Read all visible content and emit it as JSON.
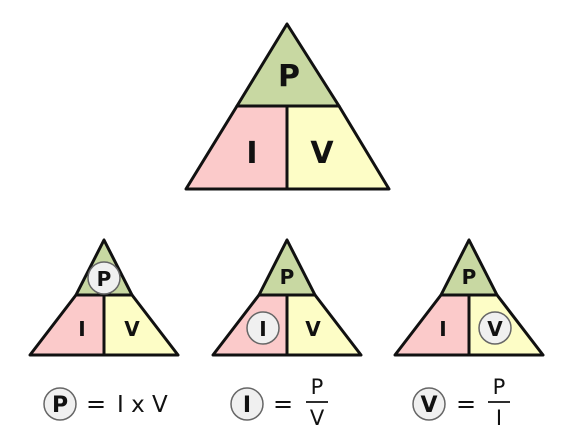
{
  "colors": {
    "p_fill": "#c8d8a2",
    "i_fill": "#fbcaca",
    "v_fill": "#fdfdc6",
    "stroke": "#111111",
    "circle_fill": "#f0f0f0",
    "circle_stroke": "#666666"
  },
  "main_triangle": {
    "top": "P",
    "left": "I",
    "right": "V"
  },
  "small_triangles": [
    {
      "top": "P",
      "left": "I",
      "right": "V",
      "highlight": "P"
    },
    {
      "top": "P",
      "left": "I",
      "right": "V",
      "highlight": "I"
    },
    {
      "top": "P",
      "left": "I",
      "right": "V",
      "highlight": "V"
    }
  ],
  "formulas": {
    "power": {
      "subject": "P",
      "equals": "=",
      "expression": "I x V"
    },
    "current": {
      "subject": "I",
      "equals": "=",
      "numerator": "P",
      "denominator": "V"
    },
    "voltage": {
      "subject": "V",
      "equals": "=",
      "numerator": "P",
      "denominator": "I"
    }
  }
}
